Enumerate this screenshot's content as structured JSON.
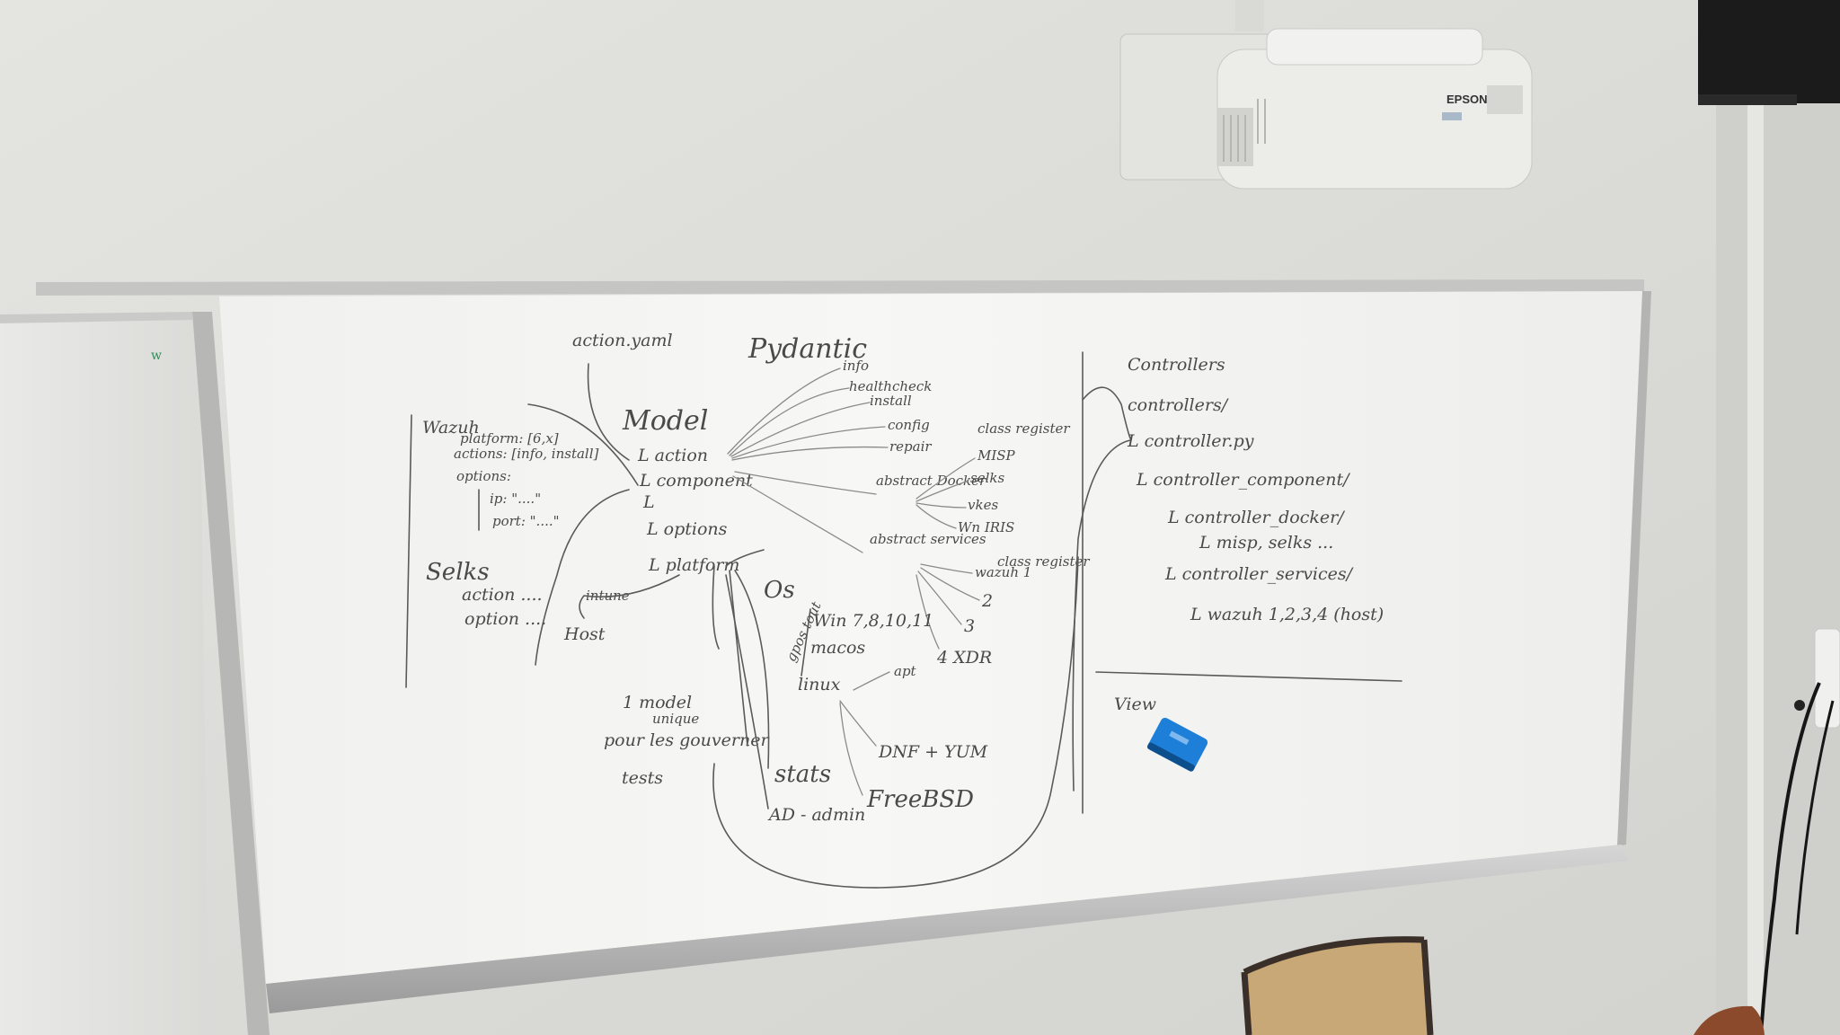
{
  "projector": {
    "brand": "EPSON"
  },
  "board_left": {
    "mark": "w"
  },
  "whiteboard": {
    "action_yaml": "action.yaml",
    "pydantic": "Pydantic",
    "model": "Model",
    "model_items": [
      "L action",
      "L component",
      "L",
      "L options",
      "L platform"
    ],
    "wazuh_block": [
      "Wazuh",
      "platform: [6,x]",
      "actions: [info, install]",
      "options:",
      "ip: \"....\"",
      "port: \"....\""
    ],
    "selks_block": [
      "Selks",
      "action ....",
      "option ...."
    ],
    "intune": "intune",
    "host": "Host",
    "pydantic_branches": [
      "info",
      "healthcheck",
      "install",
      "config",
      "repair"
    ],
    "docker_group": {
      "head": "abstract Docker",
      "items": [
        "class register",
        "MISP",
        "selks",
        "vkes",
        "Wn IRIS"
      ]
    },
    "services_group": {
      "head": "abstract services",
      "top": "class register",
      "items": [
        "wazuh 1",
        "2",
        "3",
        "4 XDR"
      ]
    },
    "os": "Os",
    "os_note": "gpos tout",
    "os_items": [
      "Win 7,8,10,11",
      "macos",
      "linux",
      "apt",
      "DNF + YUM",
      "FreeBSD"
    ],
    "model_note": [
      "1 model",
      "unique",
      "pour les gouverner"
    ],
    "tests": "tests",
    "stats": "stats",
    "ad_admin": "AD - admin",
    "right_panel": {
      "title": "Controllers",
      "tree": [
        "controllers/",
        "L controller.py",
        "L controller_component/",
        "L controller_docker/",
        "L misp, selks ...",
        "L controller_services/",
        "L wazuh 1,2,3,4 (host)"
      ],
      "view": "View"
    }
  }
}
